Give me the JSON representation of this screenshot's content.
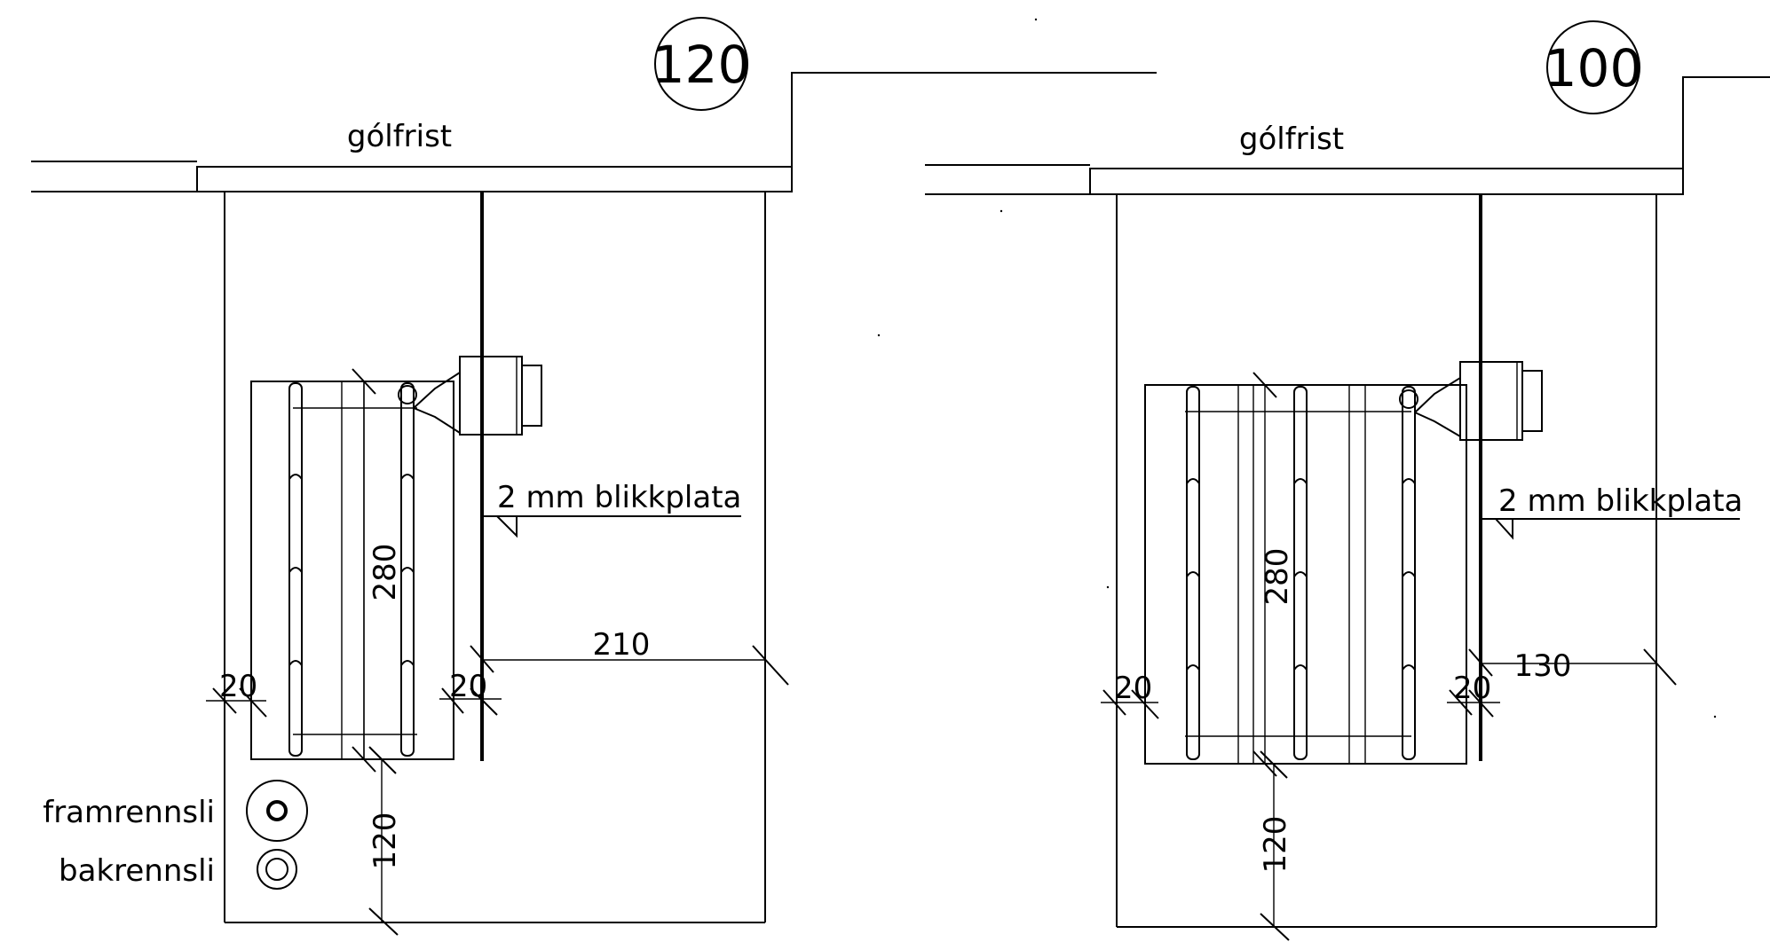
{
  "views": [
    {
      "section_number": "120",
      "floor_grate_label": "gólfrist",
      "sheet_label": "2 mm blikkplata",
      "dim_height": "280",
      "dim_left_gap": "20",
      "dim_right_gap": "20",
      "dim_to_wall": "210",
      "dim_bottom": "120",
      "flow_label": "framrennsli",
      "return_label": "bakrennsli",
      "radiator_panels": 2
    },
    {
      "section_number": "100",
      "floor_grate_label": "gólfrist",
      "sheet_label": "2 mm blikkplata",
      "dim_height": "280",
      "dim_left_gap": "20",
      "dim_right_gap": "20",
      "dim_to_wall": "130",
      "dim_bottom": "120",
      "radiator_panels": 3
    }
  ],
  "colors": {
    "ink": "#000000",
    "paper": "#ffffff"
  }
}
